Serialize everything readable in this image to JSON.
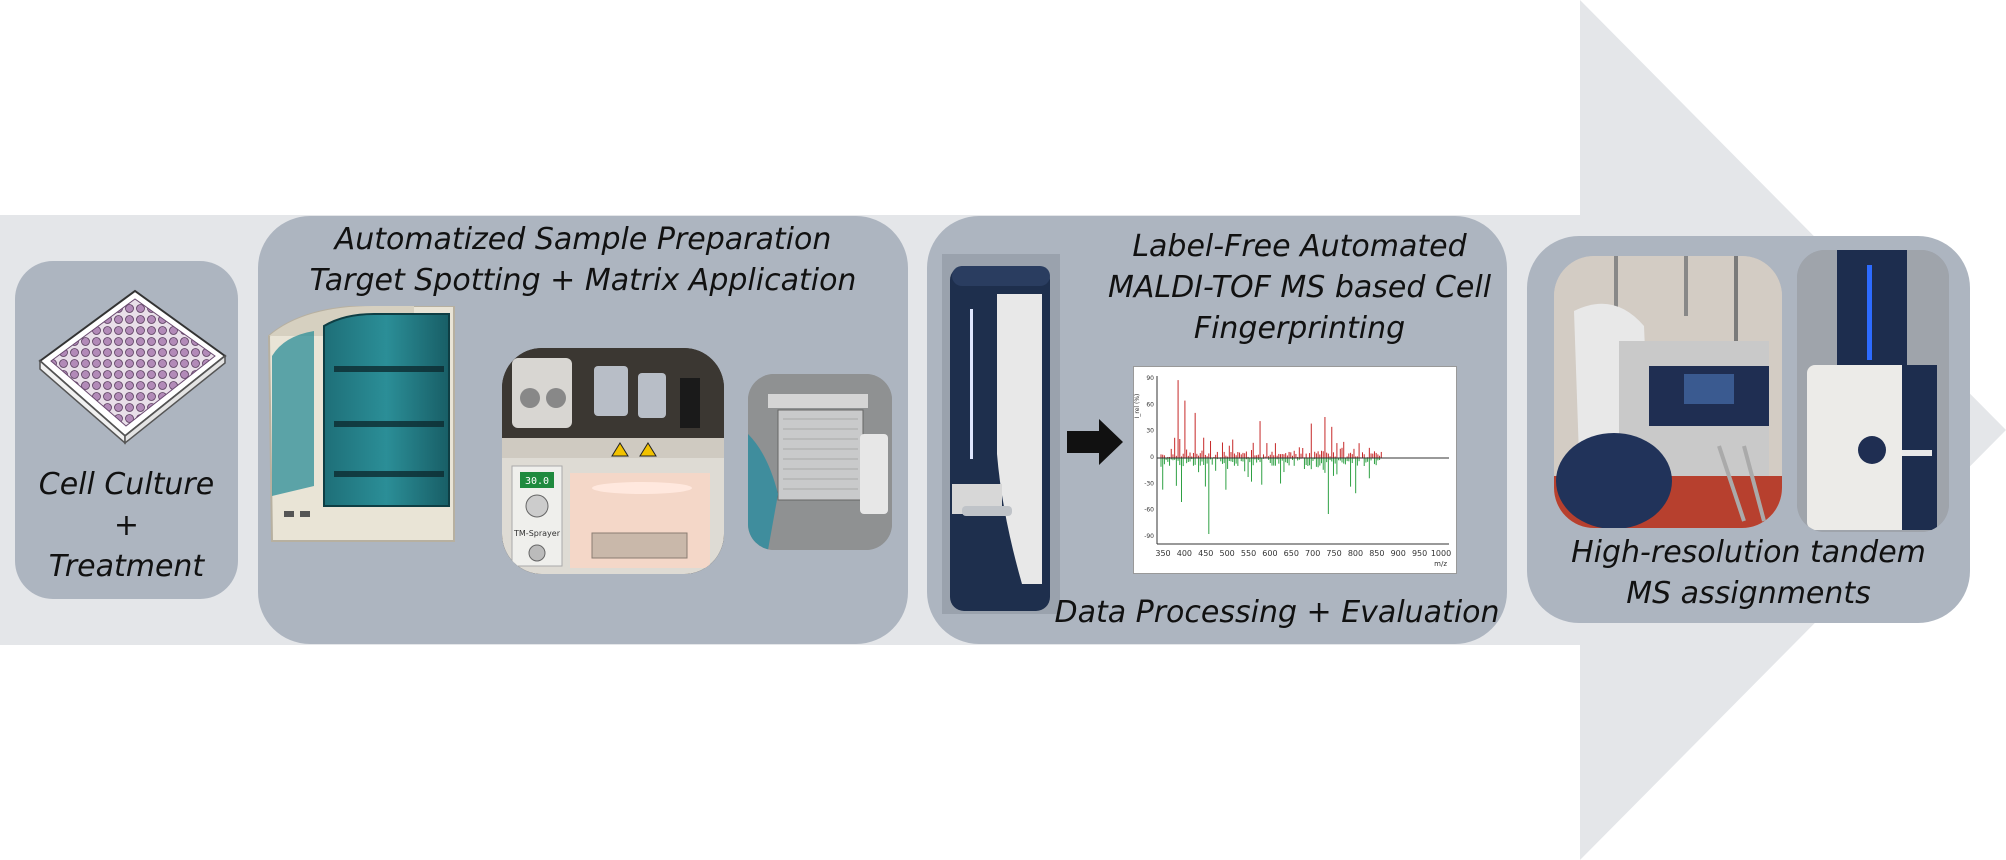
{
  "panels": [
    {
      "id": "cell-culture",
      "lines": [
        "Cell Culture",
        "+",
        "Treatment"
      ]
    },
    {
      "id": "sample-prep",
      "lines": [
        "Automatized Sample Preparation",
        "Target Spotting + Matrix Application"
      ]
    },
    {
      "id": "maldi",
      "lines": [
        "Label-Free Automated",
        "MALDI-TOF MS based Cell",
        "Fingerprinting"
      ],
      "footer": "Data Processing + Evaluation"
    },
    {
      "id": "tandem",
      "lines": [
        "High-resolution tandem",
        "MS assignments"
      ]
    }
  ],
  "spectrum": {
    "x_ticks": [
      "350",
      "400",
      "450",
      "500",
      "550",
      "600",
      "650",
      "700",
      "750",
      "800",
      "850",
      "900",
      "950",
      "1000"
    ],
    "x_unit": "m/z",
    "y_ticks": [
      "90",
      "60",
      "30",
      "0",
      "-30",
      "-60",
      "-90"
    ],
    "y_label": "I_rel (%)"
  },
  "sprayer_label": "TM-Sprayer",
  "sprayer_display": "30.0",
  "colors": {
    "arrow": "#e4e6e9",
    "panel": "#adb5c0",
    "positive": "#c62828",
    "negative": "#2ea043"
  }
}
